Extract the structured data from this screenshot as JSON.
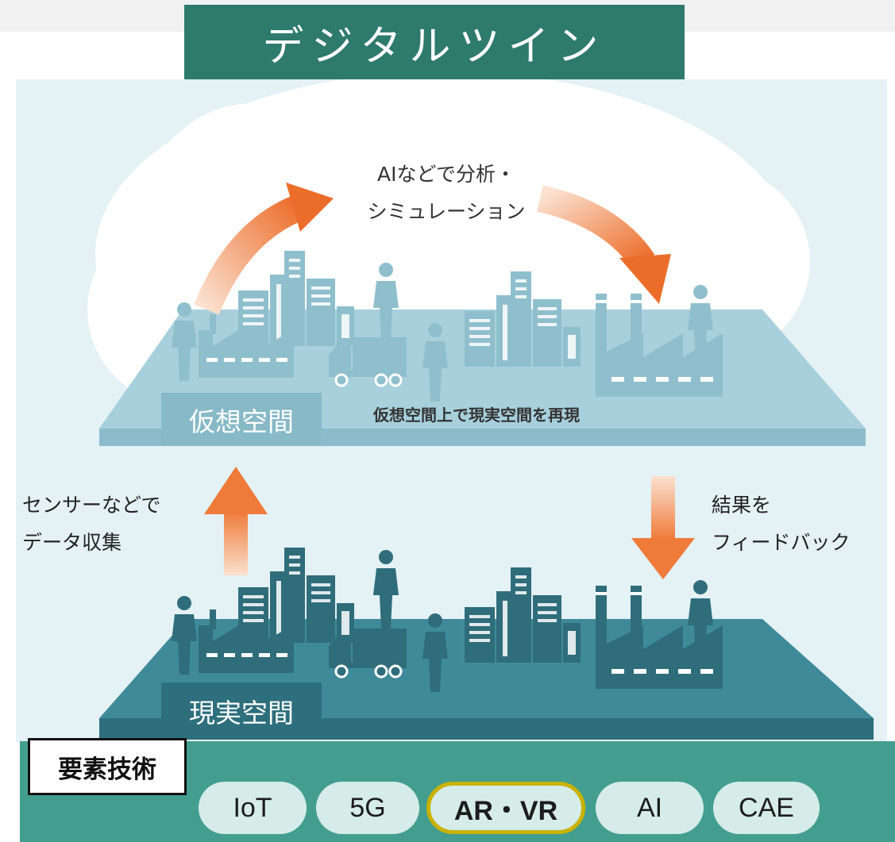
{
  "title": "デジタルツイン",
  "cloud": {
    "label_line1": "AIなどで分析・",
    "label_line2": "シミュレーション"
  },
  "virtual_space": {
    "name": "仮想空間",
    "caption": "仮想空間上で現実空間を再現"
  },
  "real_space": {
    "name": "現実空間"
  },
  "left_flow": {
    "line1": "センサーなどで",
    "line2": "データ収集"
  },
  "right_flow": {
    "line1": "結果を",
    "line2": "フィードバック"
  },
  "tech": {
    "label": "要素技術",
    "items": [
      "IoT",
      "5G",
      "AR・VR",
      "AI",
      "CAE"
    ],
    "highlighted": "AR・VR"
  },
  "colors": {
    "title_bg": "#2e7a6c",
    "virtual_platform": "#a7d0dc",
    "real_platform": "#3f8a99",
    "arrow": "#ef7b3a",
    "tech_bar": "#439e8f",
    "highlight_ring": "#c9b200"
  }
}
